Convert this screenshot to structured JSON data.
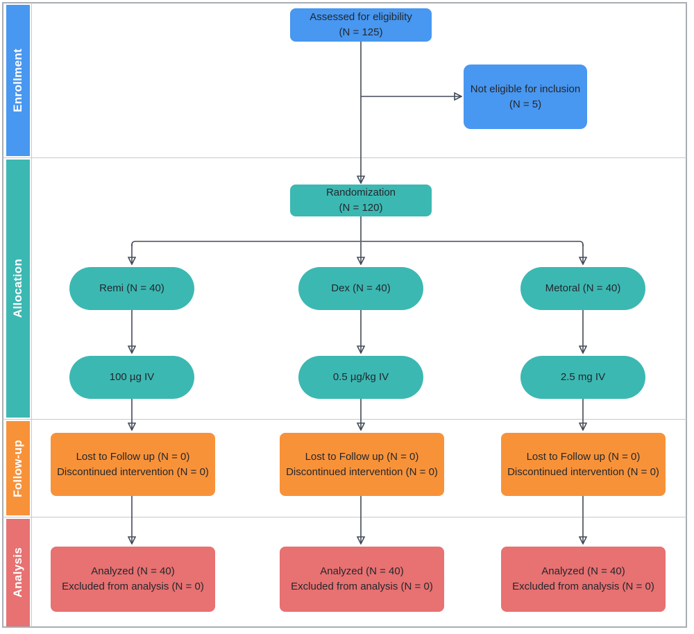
{
  "palette": {
    "enrollment_blue": "#4897F0",
    "allocation_teal": "#3CB8B2",
    "followup_orange": "#F89239",
    "analysis_red": "#E87171",
    "connector": "#424A57",
    "lane_divider": "#C8C8C8",
    "frame_border": "#A9ADB2",
    "node_text": "#23272E",
    "lane_label_text": "#FFFFFF"
  },
  "lanes": [
    {
      "label": "Enrollment"
    },
    {
      "label": "Allocation"
    },
    {
      "label": "Follow-up"
    },
    {
      "label": "Analysis"
    }
  ],
  "nodes": {
    "assessed": {
      "line1": "Assessed for eligibility",
      "line2": "(N = 125)"
    },
    "not_eligible": {
      "line1": "Not eligible for inclusion",
      "line2": "(N = 5)"
    },
    "randomization": {
      "line1": "Randomization",
      "line2": "(N = 120)"
    },
    "arms": [
      {
        "label": "Remi (N = 40)"
      },
      {
        "label": "Dex (N = 40)"
      },
      {
        "label": "Metoral (N = 40)"
      }
    ],
    "doses": [
      {
        "label": "100 µg IV"
      },
      {
        "label": "0.5 µg/kg IV"
      },
      {
        "label": "2.5 mg IV"
      }
    ],
    "followup": [
      {
        "line1": "Lost to Follow up (N = 0)",
        "line2": "Discontinued intervention (N = 0)"
      },
      {
        "line1": "Lost to Follow up (N = 0)",
        "line2": "Discontinued intervention (N = 0)"
      },
      {
        "line1": "Lost to Follow up (N = 0)",
        "line2": "Discontinued intervention (N = 0)"
      }
    ],
    "analysis": [
      {
        "line1": "Analyzed (N = 40)",
        "line2": "Excluded from analysis (N = 0)"
      },
      {
        "line1": "Analyzed (N = 40)",
        "line2": "Excluded from analysis (N = 0)"
      },
      {
        "line1": "Analyzed (N = 40)",
        "line2": "Excluded from analysis (N = 0)"
      }
    ]
  }
}
